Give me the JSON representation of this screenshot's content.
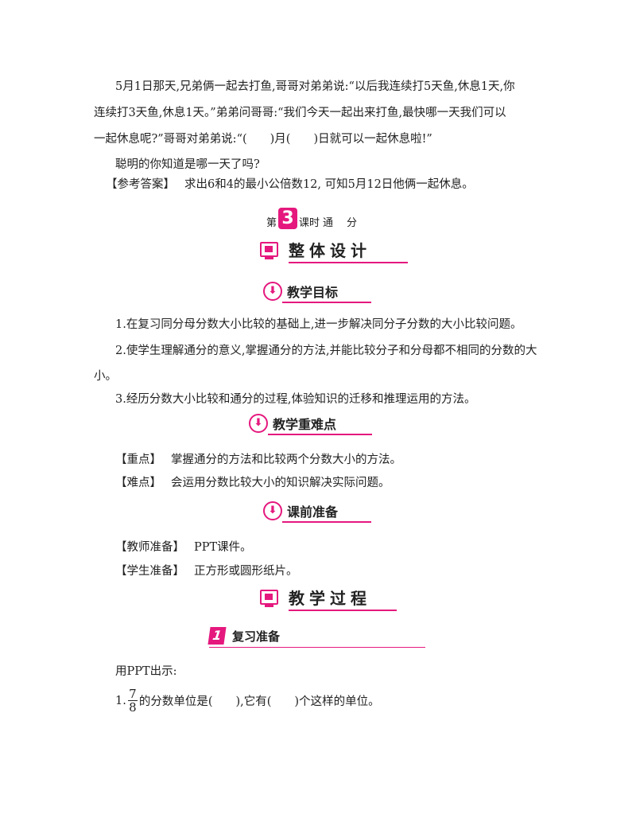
{
  "intro": {
    "p1": [
      "5月1日那天,兄弟俩一起去打鱼,哥哥对弟弟说:“以后我连续打5天鱼,休息1天,你",
      "连续打3天鱼,休息1天。”弟弟问哥哥:“我们今天一起出来打鱼,最快哪一天我们可以",
      "一起休息呢?”哥哥对弟弟说:“(　　)月(　　)日就可以一起休息啦!”"
    ],
    "question": "聪明的你知道是哪一天了吗?",
    "answer_tag": "【参考答案】",
    "answer_text": "求出6和4的最小公倍数12, 可知5月12日他俩一起休息。"
  },
  "lesson": {
    "prefix": "第",
    "number": "3",
    "suffix1": "课时",
    "suffix2": "通　分"
  },
  "sections": {
    "overall_design": "整体设计",
    "goals": "教学目标",
    "key_points": "教学重难点",
    "prep": "课前准备",
    "process": "教学过程"
  },
  "goals": [
    "1.在复习同分母分数大小比较的基础上,进一步解决同分子分数的大小比较问题。",
    "2.使学生理解通分的意义,掌握通分的方法,并能比较分子和分母都不相同的分数的大",
    "小。",
    "3.经历分数大小比较和通分的过程,体验知识的迁移和推理运用的方法。"
  ],
  "key_points": {
    "focus_tag": "【重点】",
    "focus_text": "掌握通分的方法和比较两个分数大小的方法。",
    "difficulty_tag": "【难点】",
    "difficulty_text": "会运用分数比较大小的知识解决实际问题。"
  },
  "prep": {
    "teacher_tag": "【教师准备】",
    "teacher_text": "PPT课件。",
    "student_tag": "【学生准备】",
    "student_text": "正方形或圆形纸片。"
  },
  "review": {
    "badge": "1",
    "title": "复习准备",
    "intro": "用PPT出示:",
    "q1_prefix": "1.",
    "q1_numerator": "7",
    "q1_denominator": "8",
    "q1_text": "的分数单位是(　　),它有(　　)个这样的单位。"
  },
  "colors": {
    "accent": "#e5187e"
  },
  "icons": {
    "section_big": "monitor-icon",
    "section_sub": "down-arrow-circle-icon"
  }
}
